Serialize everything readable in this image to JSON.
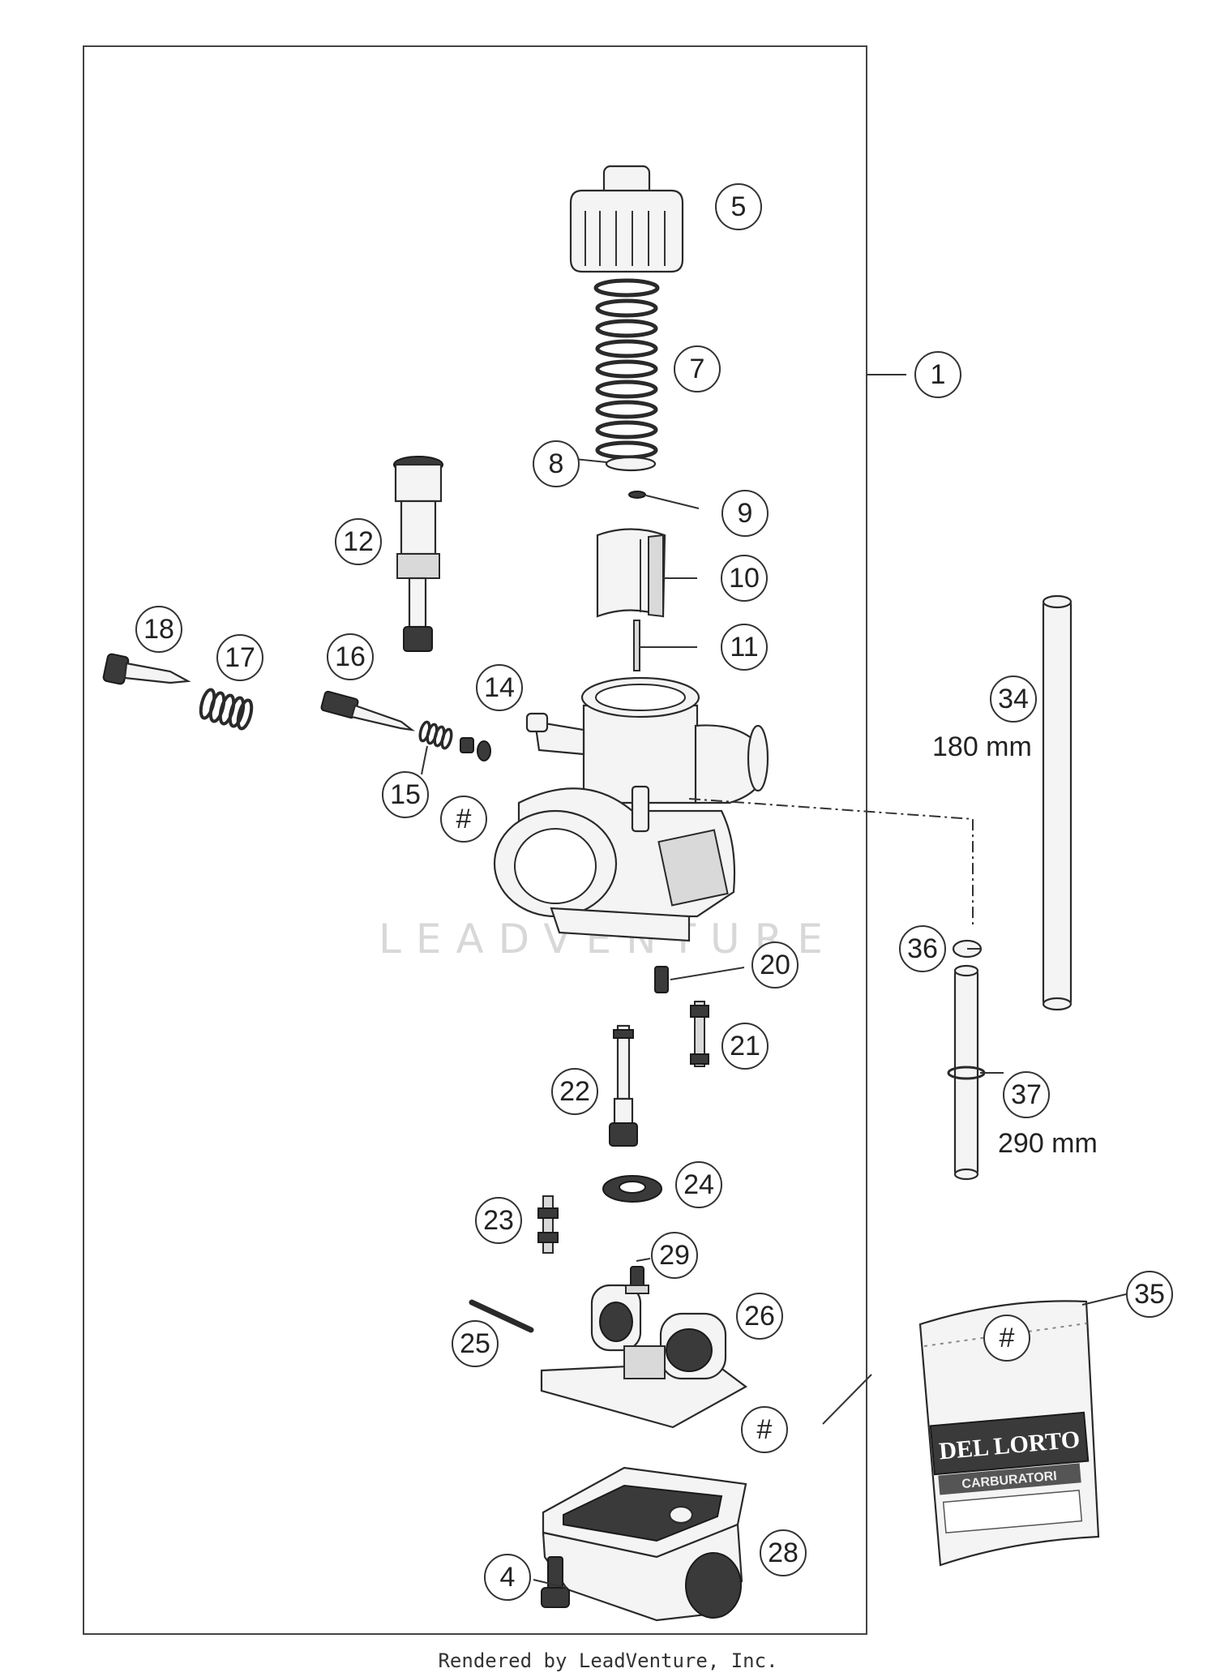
{
  "callouts": {
    "c1": "1",
    "c4": "4",
    "c5": "5",
    "c7": "7",
    "c8": "8",
    "c9": "9",
    "c10": "10",
    "c11": "11",
    "c12": "12",
    "c14": "14",
    "c15": "15",
    "c16": "16",
    "c17": "17",
    "c18": "18",
    "c20": "20",
    "c21": "21",
    "c22": "22",
    "c23": "23",
    "c24": "24",
    "c25": "25",
    "c26": "26",
    "c28": "28",
    "c29": "29",
    "c34": "34",
    "c35": "35",
    "c36": "36",
    "c37": "37",
    "hash_a": "#",
    "hash_b": "#",
    "hash_c": "#"
  },
  "dimensions": {
    "tube_34": "180 mm",
    "tube_37": "290 mm"
  },
  "bag_label": {
    "brand": "DEL LORTO",
    "subtitle": "CARBURATORI"
  },
  "watermark": "LEADVENTURE",
  "footer": "Rendered by LeadVenture, Inc."
}
